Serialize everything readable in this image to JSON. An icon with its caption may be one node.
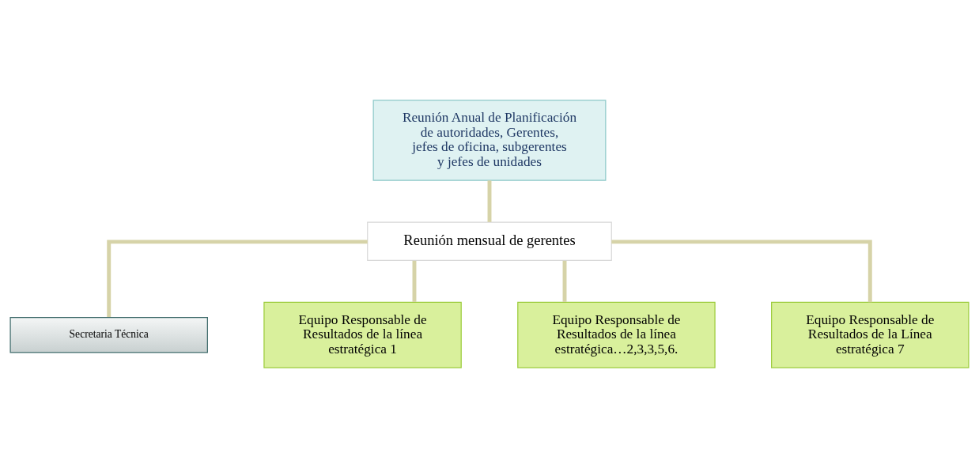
{
  "diagram": {
    "nodes": [
      {
        "text": [
          "Reunión Anual de Planificación de autoridades, Gerentes, jefes de oficina, subgerentes y jefes de unidades"
        ]
      },
      {
        "text": [
          "Reunión mensual de gerentes"
        ]
      },
      {
        "text": [
          "Secretaria Técnica"
        ]
      },
      {
        "text": [
          "Equipo Responsable de Resultados de la línea estratégica 1"
        ]
      },
      {
        "text": [
          "Equipo Responsable de Resultados de la línea estratégica…2,3,3,5,6."
        ]
      },
      {
        "text": [
          "Equipo Responsable de Resultados de la Línea estratégica 7"
        ]
      }
    ],
    "edges": [
      {
        "from": 0,
        "to": 1,
        "arrow": "none"
      },
      {
        "from": 1,
        "to": 2,
        "arrow": "none"
      },
      {
        "from": 1,
        "to": 3,
        "arrow": "none"
      },
      {
        "from": 1,
        "to": 4,
        "arrow": "none"
      },
      {
        "from": 1,
        "to": 5,
        "arrow": "none"
      }
    ]
  }
}
